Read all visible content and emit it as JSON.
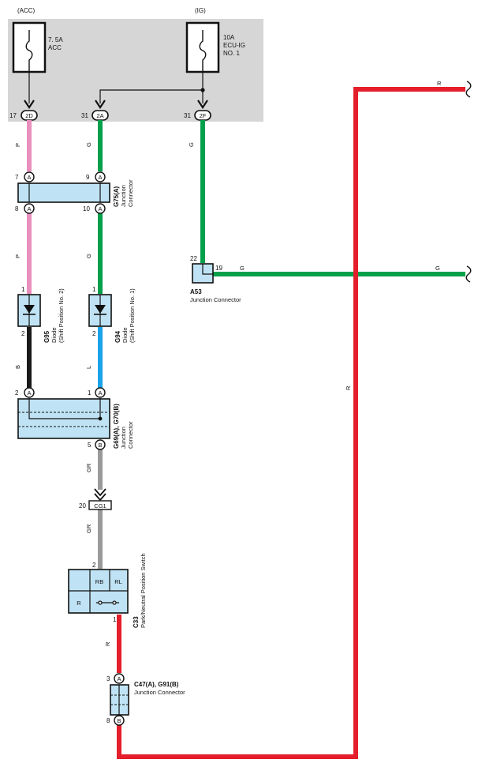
{
  "power_box": {
    "acc_source": "(ACC)",
    "ig_source": "(IG)",
    "fuse_acc": {
      "rating": "7. 5A",
      "name": "ACC"
    },
    "fuse_ig": {
      "rating": "10A",
      "name_line1": "ECU-IG",
      "name_line2": "NO. 1"
    },
    "terminals": [
      {
        "pin": "17",
        "label": "2D"
      },
      {
        "pin": "31",
        "label": "2A"
      },
      {
        "pin": "31",
        "label": "2F"
      }
    ]
  },
  "wire_colors": {
    "pink": "#ea8fbd",
    "green": "#05a04b",
    "black": "#1a1a1a",
    "blue": "#1aa3e8",
    "gray": "#9a9a9a",
    "red": "#e41e2a",
    "box_fill": "#d6d6d6",
    "component_fill": "#bfe3f4"
  },
  "wires": {
    "p1": "P",
    "g1": "G",
    "g2": "G",
    "p2": "P",
    "g3": "G",
    "b1": "B",
    "l1": "L",
    "gr1": "GR",
    "gr2": "GR",
    "r1": "R",
    "r_top": "R",
    "r_mid": "R",
    "g_right": "G",
    "g_a53": "G"
  },
  "components": {
    "g75": {
      "code": "G75(A)",
      "line1": "Junction",
      "line2": "Connector",
      "pins": {
        "tl": "7",
        "tr": "9",
        "bl": "8",
        "br": "10"
      },
      "conn": "A"
    },
    "g95": {
      "code": "G95",
      "line1": "Diode",
      "line2": "(Shift Position No. 2)",
      "pin_top": "1",
      "pin_bottom": "2"
    },
    "g94": {
      "code": "G94",
      "line1": "Diode",
      "line2": "(Shift Position No. 1)",
      "pin_top": "1",
      "pin_bottom": "2"
    },
    "g69": {
      "code": "G69(A), G70(B)",
      "line1": "Junction",
      "line2": "Connector",
      "pins": {
        "tl": "2",
        "tr": "1",
        "br": "5"
      },
      "conn_a": "A",
      "conn_b": "B"
    },
    "cg1": {
      "pin": "20",
      "label": "CG1"
    },
    "c33": {
      "code": "C33",
      "name": "Park/Neutral Position Switch",
      "pin_top": "2",
      "pin_bottom": "1",
      "cells": [
        "RB",
        "RL",
        "R"
      ]
    },
    "c47": {
      "code": "C47(A), G91(B)",
      "name": "Junction Connector",
      "pin_top": "3",
      "pin_bottom": "8",
      "conn_a": "A",
      "conn_b": "B"
    },
    "a53": {
      "code": "A53",
      "name": "Junction Connector",
      "pin_left": "22",
      "pin_right": "19"
    }
  }
}
